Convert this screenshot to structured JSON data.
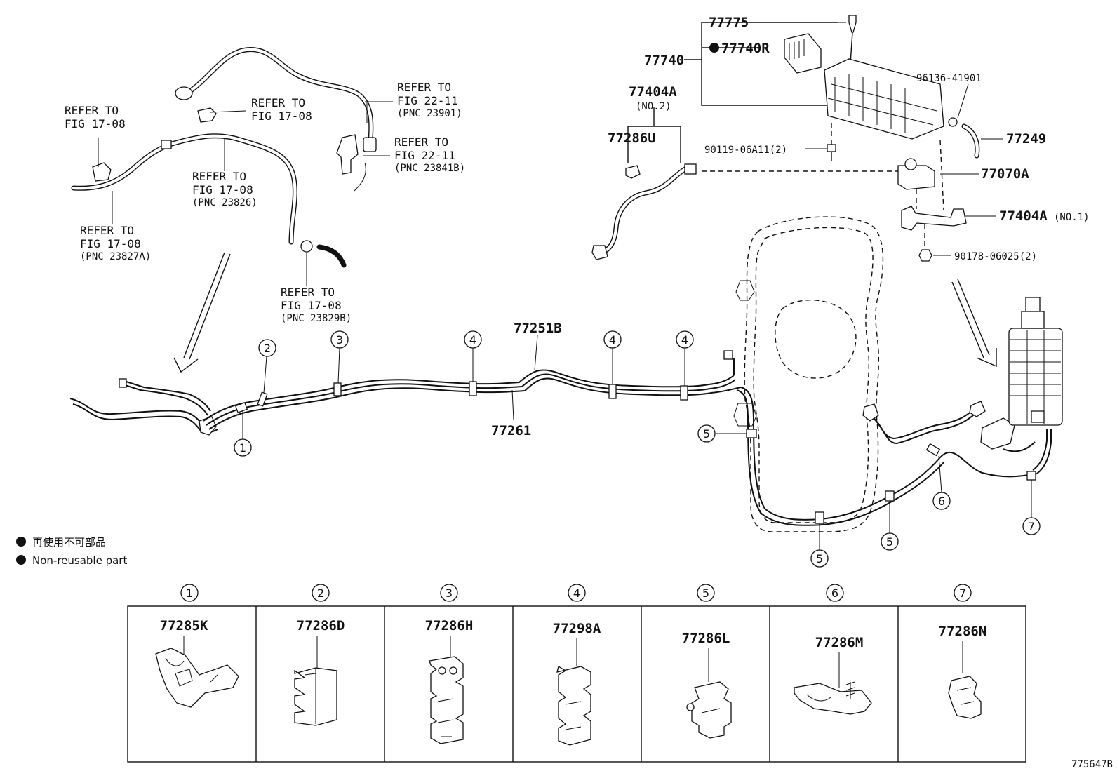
{
  "diagram_code": "775647B",
  "legend": {
    "dot": "●",
    "japanese": "再使用不可部品",
    "english": "Non-reusable part"
  },
  "refs": {
    "r1": [
      "REFER TO",
      "FIG 17-08",
      ""
    ],
    "r2": [
      "REFER TO",
      "FIG 17-08",
      ""
    ],
    "r3": [
      "REFER TO",
      "FIG 22-11",
      "(PNC 23901)"
    ],
    "r4": [
      "REFER TO",
      "FIG 17-08",
      "(PNC 23826)"
    ],
    "r5": [
      "REFER TO",
      "FIG 22-11",
      "(PNC 23841B)"
    ],
    "r6": [
      "REFER TO",
      "FIG 17-08",
      "(PNC 23827A)"
    ],
    "r7": [
      "REFER TO",
      "FIG 17-08",
      "(PNC 23829B)"
    ]
  },
  "parts": {
    "p77775": "77775",
    "p77740": "77740",
    "p77740R": "77740R",
    "p96136": "96136-41901",
    "p77404A_no2": "77404A",
    "no2": "(NO.2)",
    "p77286U": "77286U",
    "p90119": "90119-06A11(2)",
    "p77249": "77249",
    "p77070A": "77070A",
    "p77404A_no1": "77404A",
    "no1": "(NO.1)",
    "p90178": "90178-06025(2)",
    "p77251B": "77251B",
    "p77261": "77261"
  },
  "callouts": [
    "1",
    "2",
    "3",
    "4",
    "5",
    "6",
    "7"
  ],
  "clamps": [
    {
      "num": "1",
      "part": "77285K"
    },
    {
      "num": "2",
      "part": "77286D"
    },
    {
      "num": "3",
      "part": "77286H"
    },
    {
      "num": "4",
      "part": "77298A"
    },
    {
      "num": "5",
      "part": "77286L"
    },
    {
      "num": "6",
      "part": "77286M"
    },
    {
      "num": "7",
      "part": "77286N"
    }
  ]
}
